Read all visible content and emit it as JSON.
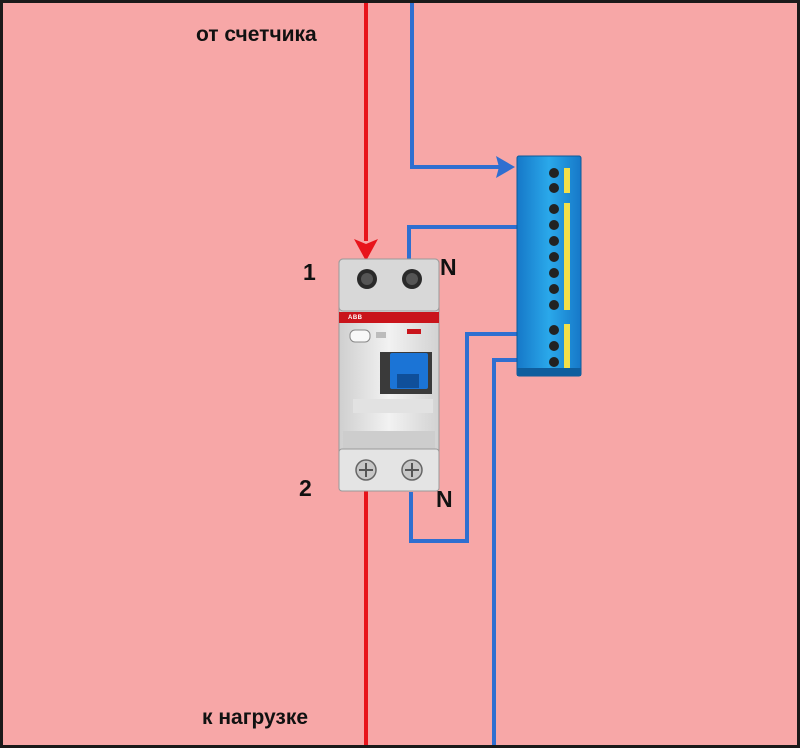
{
  "labels": {
    "from_meter": "от счетчика",
    "to_load": "к нагрузке",
    "terminal_in_phase": "1",
    "terminal_out_phase": "2",
    "terminal_in_neutral": "N",
    "terminal_out_neutral": "N"
  },
  "device": {
    "brand": "ABB"
  },
  "colors": {
    "background": "#f7a7a7",
    "phase_wire": "#e8141b",
    "neutral_wire": "#2f6fd0",
    "neutral_bus": "#1e9ee0",
    "device_body": "#e6e6e6",
    "brand_stripe": "#c9141b",
    "toggle": "#1b74d6"
  }
}
